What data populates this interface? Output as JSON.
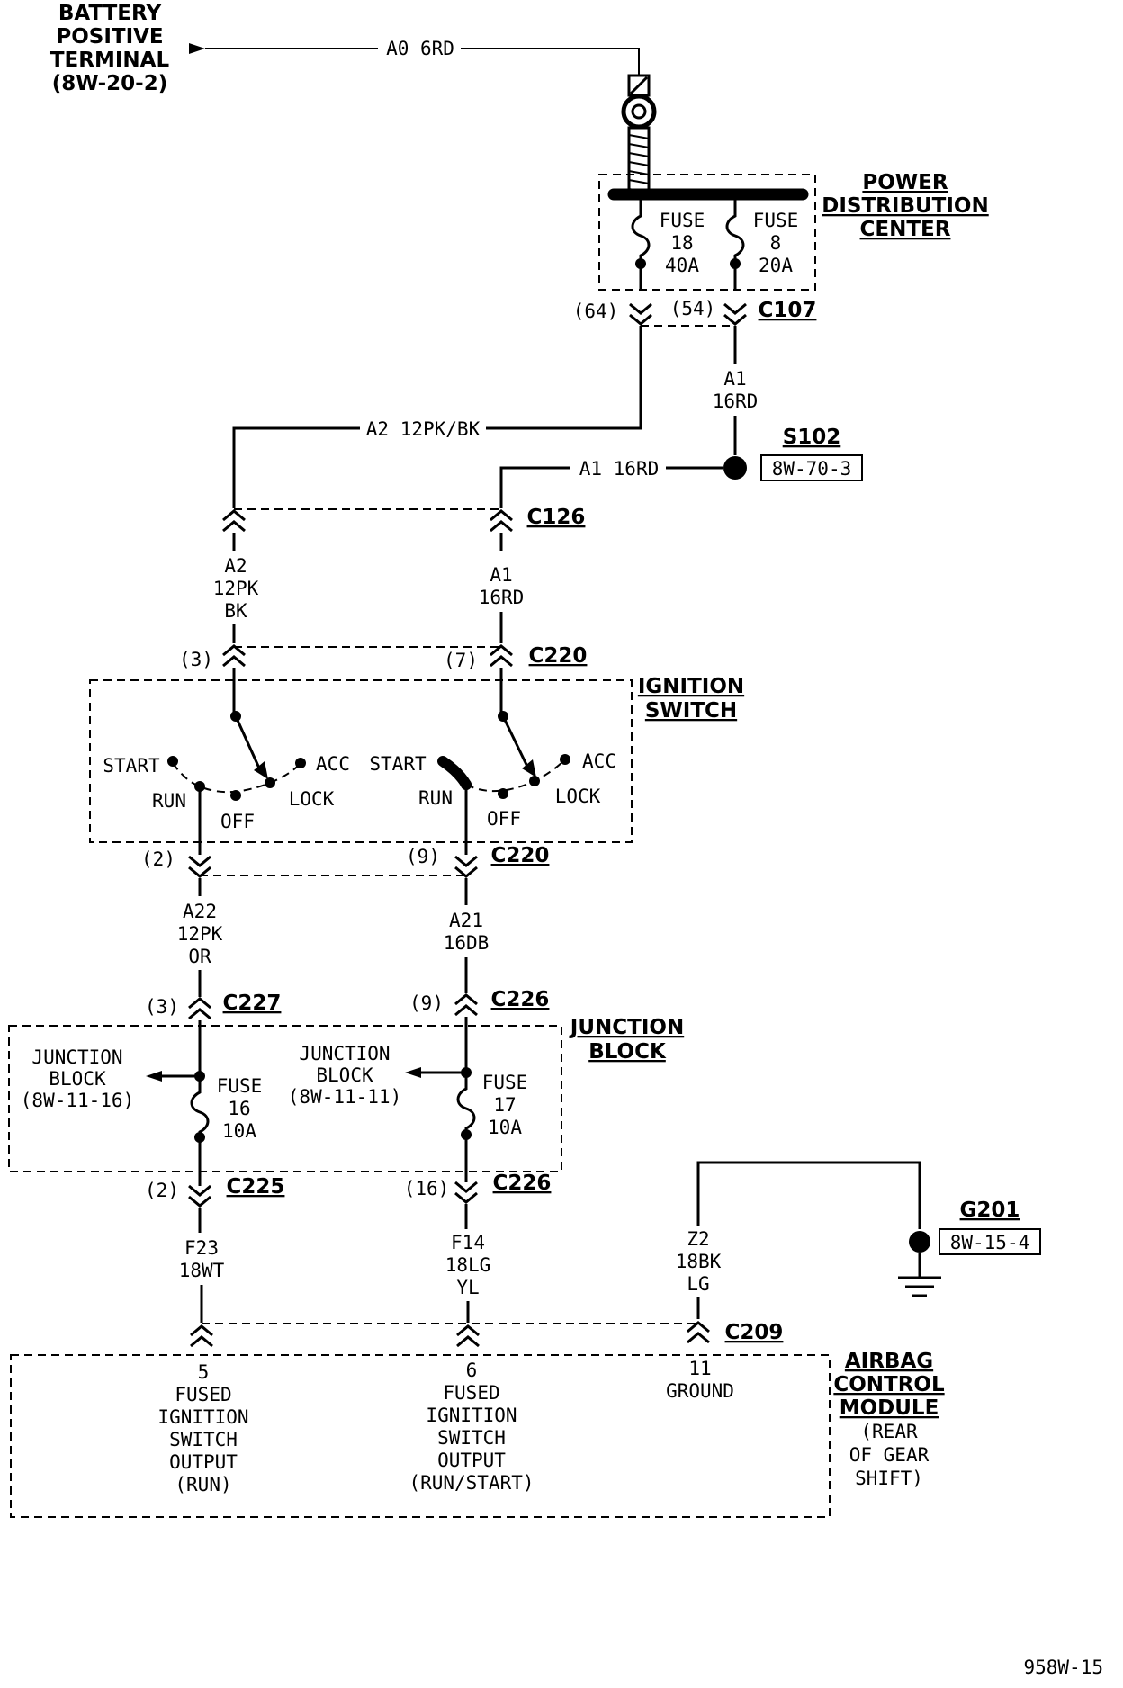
{
  "battery": {
    "l1": "BATTERY",
    "l2": "POSITIVE",
    "l3": "TERMINAL",
    "l4": "(8W-20-2)"
  },
  "wires": {
    "a0": "A0 6RD",
    "a2_top": "A2 12PK/BK",
    "a1_s102": "A1 16RD",
    "a1_c107_l1": "A1",
    "a1_c107_l2": "16RD",
    "a2_c126_l1": "A2",
    "a2_c126_l2": "12PK",
    "a2_c126_l3": "BK",
    "a1_c126_l1": "A1",
    "a1_c126_l2": "16RD",
    "a22_l1": "A22",
    "a22_l2": "12PK",
    "a22_l3": "OR",
    "a21_l1": "A21",
    "a21_l2": "16DB",
    "f23_l1": "F23",
    "f23_l2": "18WT",
    "f14_l1": "F14",
    "f14_l2": "18LG",
    "f14_l3": "YL",
    "z2_l1": "Z2",
    "z2_l2": "18BK",
    "z2_l3": "LG"
  },
  "pdc": {
    "title_l1": "POWER",
    "title_l2": "DISTRIBUTION",
    "title_l3": "CENTER",
    "fuse18_l1": "FUSE",
    "fuse18_l2": "18",
    "fuse18_l3": "40A",
    "fuse8_l1": "FUSE",
    "fuse8_l2": "8",
    "fuse8_l3": "20A"
  },
  "connectors": {
    "c107": "C107",
    "c107_p64": "(64)",
    "c107_p54": "(54)",
    "c126": "C126",
    "c220_top": "C220",
    "c220_p3": "(3)",
    "c220_p7": "(7)",
    "c220_bot": "C220",
    "c220_p2": "(2)",
    "c220_p9": "(9)",
    "c227": "C227",
    "c227_p3": "(3)",
    "c226_top": "C226",
    "c226_p9": "(9)",
    "c225": "C225",
    "c225_p2": "(2)",
    "c226_bot": "C226",
    "c226_p16": "(16)",
    "c209": "C209"
  },
  "splice": {
    "s102": "S102",
    "s102_ref": "8W-70-3"
  },
  "ignition": {
    "title_l1": "IGNITION",
    "title_l2": "SWITCH",
    "start": "START",
    "run": "RUN",
    "off": "OFF",
    "lock": "LOCK",
    "acc": "ACC"
  },
  "junction": {
    "title_l1": "JUNCTION",
    "title_l2": "BLOCK",
    "left_l1": "JUNCTION",
    "left_l2": "BLOCK",
    "left_l3": "(8W-11-16)",
    "right_l1": "JUNCTION",
    "right_l2": "BLOCK",
    "right_l3": "(8W-11-11)",
    "fuse16_l1": "FUSE",
    "fuse16_l2": "16",
    "fuse16_l3": "10A",
    "fuse17_l1": "FUSE",
    "fuse17_l2": "17",
    "fuse17_l3": "10A"
  },
  "ground": {
    "g201": "G201",
    "g201_ref": "8W-15-4"
  },
  "acm": {
    "title_l1": "AIRBAG",
    "title_l2": "CONTROL",
    "title_l3": "MODULE",
    "loc_l1": "(REAR",
    "loc_l2": "OF GEAR",
    "loc_l3": "SHIFT)",
    "p5_l1": "5",
    "p5_l2": "FUSED",
    "p5_l3": "IGNITION",
    "p5_l4": "SWITCH",
    "p5_l5": "OUTPUT",
    "p5_l6": "(RUN)",
    "p6_l1": "6",
    "p6_l2": "FUSED",
    "p6_l3": "IGNITION",
    "p6_l4": "SWITCH",
    "p6_l5": "OUTPUT",
    "p6_l6": "(RUN/START)",
    "p11_l1": "11",
    "p11_l2": "GROUND"
  },
  "footer": {
    "code": "958W-15"
  }
}
